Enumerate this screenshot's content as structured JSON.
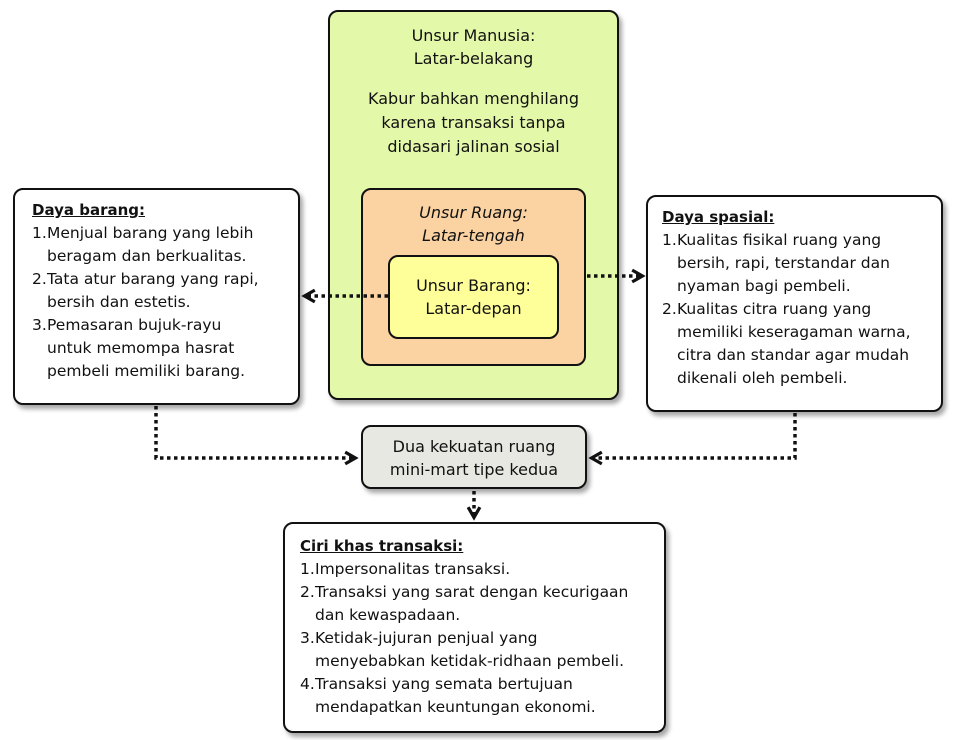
{
  "manusia": {
    "title": "Unsur Manusia:",
    "subtitle": "Latar-belakang",
    "desc_lines": [
      "Kabur bahkan menghilang",
      "karena transaksi tanpa",
      "didasari jalinan sosial"
    ]
  },
  "ruang": {
    "title": "Unsur Ruang:",
    "subtitle": "Latar-tengah"
  },
  "barang": {
    "title": "Unsur Barang:",
    "subtitle": "Latar-depan"
  },
  "daya_barang": {
    "heading": "Daya barang:",
    "items": [
      {
        "num": "1.",
        "lines": [
          "Menjual barang yang lebih",
          "beragam dan berkualitas."
        ]
      },
      {
        "num": "2.",
        "lines": [
          "Tata atur barang yang rapi,",
          "bersih dan estetis."
        ]
      },
      {
        "num": "3.",
        "lines": [
          "Pemasaran bujuk-rayu",
          "untuk memompa hasrat",
          "pembeli memiliki barang."
        ]
      }
    ]
  },
  "daya_spasial": {
    "heading": "Daya spasial:",
    "items": [
      {
        "num": "1.",
        "lines": [
          "Kualitas fisikal ruang yang",
          "bersih, rapi, terstandar dan",
          "nyaman bagi pembeli."
        ]
      },
      {
        "num": "2.",
        "lines": [
          "Kualitas citra ruang yang",
          "memiliki keseragaman warna,",
          "citra dan standar agar mudah",
          "dikenali oleh pembeli."
        ]
      }
    ]
  },
  "dua_kekuatan": {
    "lines": [
      "Dua kekuatan ruang",
      "mini-mart tipe kedua"
    ]
  },
  "ciri_khas": {
    "heading": "Ciri khas transaksi:",
    "items": [
      {
        "num": "1.",
        "lines": [
          "Impersonalitas transaksi."
        ]
      },
      {
        "num": "2.",
        "lines": [
          "Transaksi yang sarat dengan kecurigaan",
          "dan kewaspadaan."
        ]
      },
      {
        "num": "3.",
        "lines": [
          "Ketidak-jujuran penjual yang",
          "menyebabkan ketidak-ridhaan pembeli."
        ]
      },
      {
        "num": "4.",
        "lines": [
          "Transaksi yang semata bertujuan",
          "mendapatkan keuntungan ekonomi."
        ]
      }
    ]
  },
  "colors": {
    "manusia_fill": "#e4f8a9",
    "ruang_fill": "#fbd2a2",
    "barang_fill": "#ffff99",
    "center_fill": "#e8e8e2",
    "text_box_fill": "#ffffff"
  }
}
